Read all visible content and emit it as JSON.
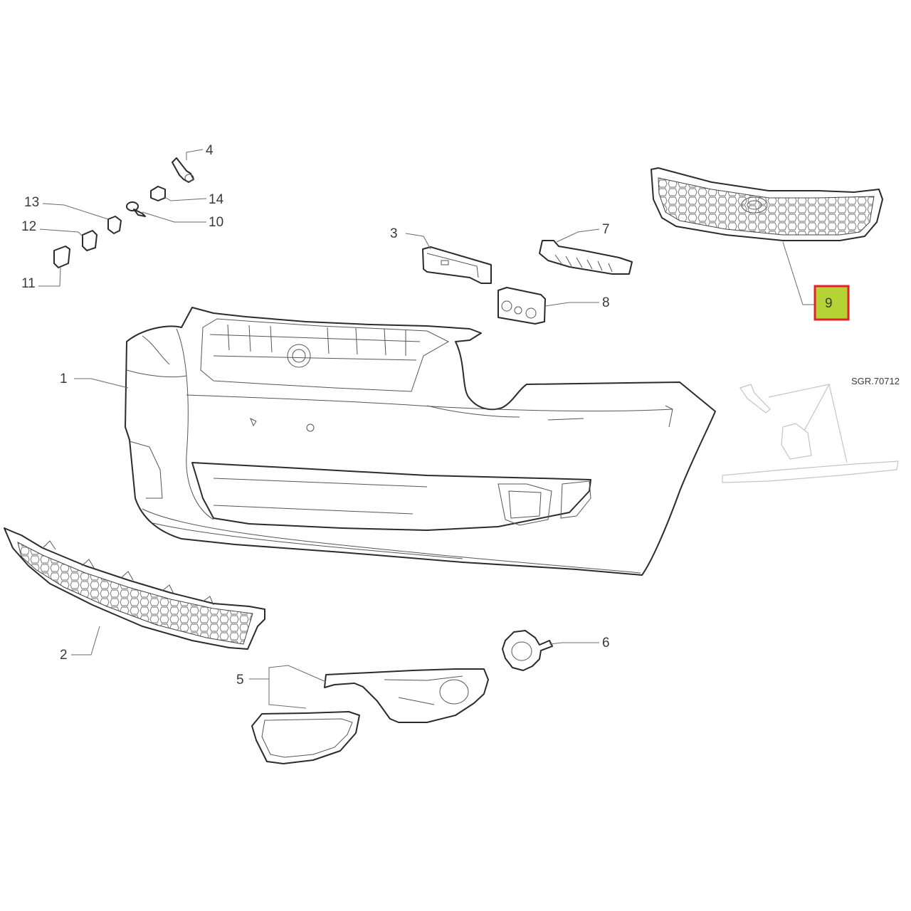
{
  "diagram": {
    "reference_code": "SGR.70712",
    "highlight": {
      "label": "9",
      "fill_color": "#b5d334",
      "border_color": "#e0232b"
    },
    "callouts": [
      {
        "id": "1",
        "label": "1",
        "part": "front-bumper"
      },
      {
        "id": "2",
        "label": "2",
        "part": "lower-grille"
      },
      {
        "id": "3",
        "label": "3",
        "part": "bumper-bracket"
      },
      {
        "id": "4",
        "label": "4",
        "part": "bolt"
      },
      {
        "id": "5",
        "label": "5",
        "part": "fog-lamp-bezel"
      },
      {
        "id": "6",
        "label": "6",
        "part": "tow-hook-cover"
      },
      {
        "id": "7",
        "label": "7",
        "part": "side-guide"
      },
      {
        "id": "8",
        "label": "8",
        "part": "sensor-holder"
      },
      {
        "id": "9",
        "label": "9",
        "part": "radiator-grille"
      },
      {
        "id": "10",
        "label": "10",
        "part": "screw"
      },
      {
        "id": "11",
        "label": "11",
        "part": "plate"
      },
      {
        "id": "12",
        "label": "12",
        "part": "clip"
      },
      {
        "id": "13",
        "label": "13",
        "part": "fastener"
      },
      {
        "id": "14",
        "label": "14",
        "part": "nut"
      }
    ]
  }
}
